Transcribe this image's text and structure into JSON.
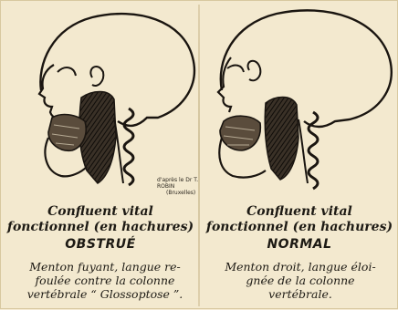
{
  "credit": [
    "d'après le Dr T. ROBIN",
    "(Bruxelles)"
  ],
  "left": {
    "caption_line1": "Confluent vital",
    "caption_line2": "fonctionnel (en hachures)",
    "state": "OBSTRUÉ",
    "description_lines": [
      "Menton fuyant, langue re-",
      "foulée contre la colonne",
      "vertébrale “ Glossoptose ”."
    ]
  },
  "right": {
    "caption_line1": "Confluent vital",
    "caption_line2": "fonctionnel (en hachures)",
    "state": "NORMAL",
    "description_lines": [
      "Menton droit, langue éloi-",
      "gnée de la colonne",
      "vertébrale."
    ]
  }
}
